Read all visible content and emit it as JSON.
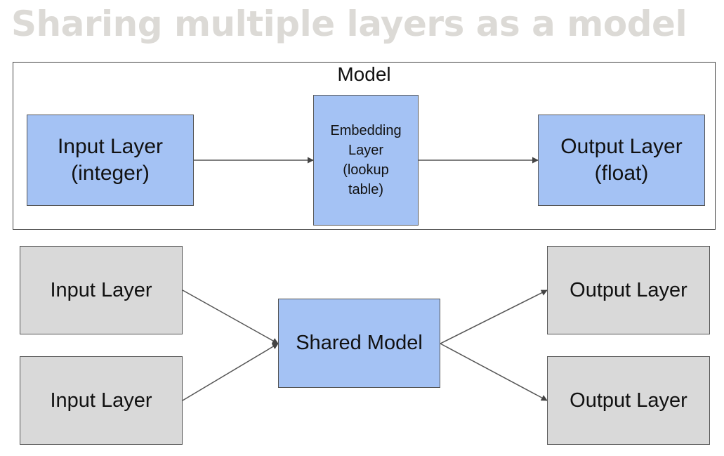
{
  "title": "Sharing multiple layers as a model",
  "top_diagram": {
    "frame_label": "Model",
    "input_layer": {
      "line1": "Input Layer",
      "line2": "(integer)"
    },
    "embedding_layer": {
      "line1": "Embedding",
      "line2": "Layer",
      "line3": "(lookup",
      "line4": "table)"
    },
    "output_layer": {
      "line1": "Output Layer",
      "line2": "(float)"
    }
  },
  "bottom_diagram": {
    "input_layers": [
      "Input Layer",
      "Input Layer"
    ],
    "shared_model": "Shared Model",
    "output_layers": [
      "Output Layer",
      "Output Layer"
    ]
  },
  "colors": {
    "blue_box": "#a4c2f4",
    "gray_box": "#d9d9d9",
    "title": "#dcdad6"
  }
}
